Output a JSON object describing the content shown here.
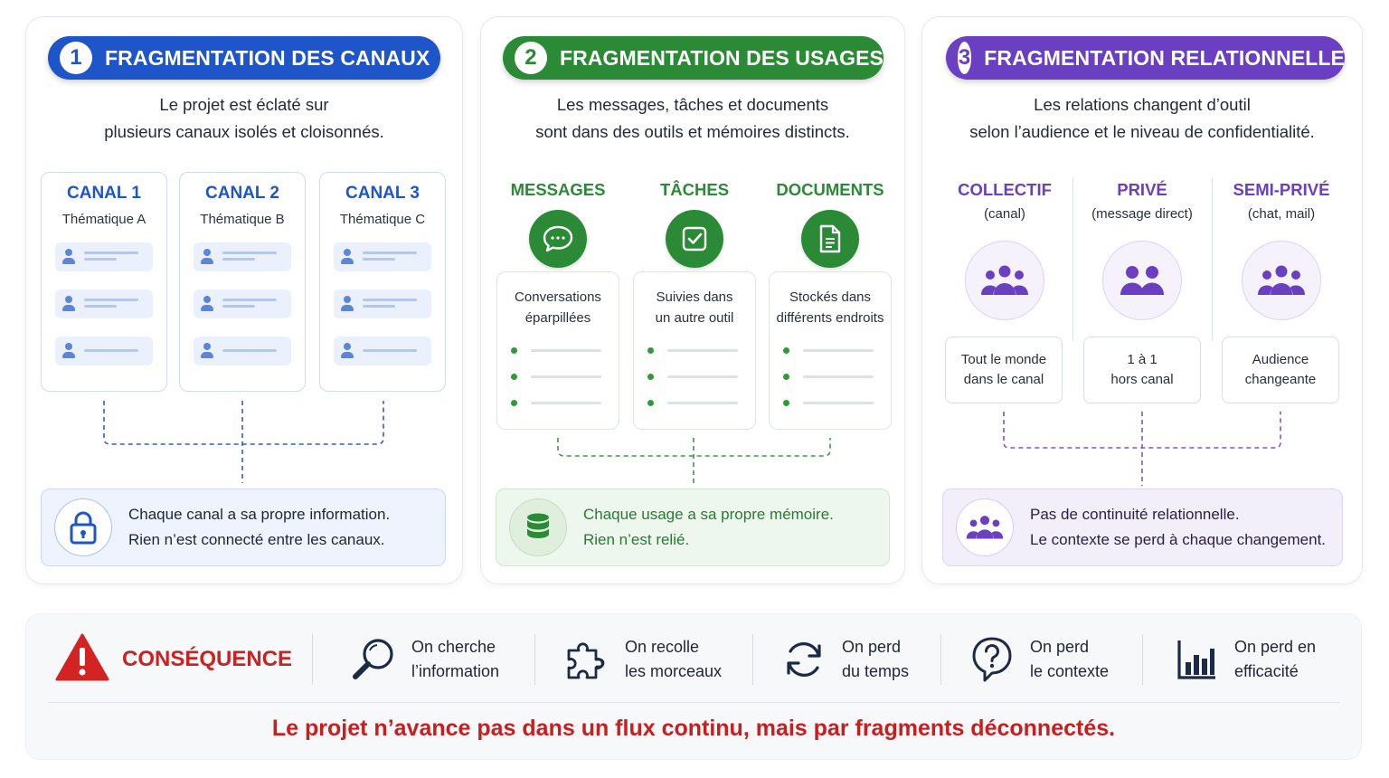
{
  "panels": [
    {
      "number": "1",
      "title": "FRAGMENTATION DES CANAUX",
      "description": [
        "Le projet est éclaté sur",
        "plusieurs canaux isolés et cloisonnés."
      ],
      "channels": [
        {
          "title": "CANAL 1",
          "subtitle": "Thématique A"
        },
        {
          "title": "CANAL 2",
          "subtitle": "Thématique B"
        },
        {
          "title": "CANAL 3",
          "subtitle": "Thématique C"
        }
      ],
      "note": [
        "Chaque canal a sa propre information.",
        "Rien n’est connecté entre les canaux."
      ],
      "note_icon": "lock-icon",
      "color": "#1e55c8"
    },
    {
      "number": "2",
      "title": "FRAGMENTATION DES USAGES",
      "description": [
        "Les messages, tâches et documents",
        "sont dans des outils et mémoires distincts."
      ],
      "usages": [
        {
          "title": "MESSAGES",
          "icon": "chat-bubble-icon",
          "text": [
            "Conversations",
            "éparpillées"
          ]
        },
        {
          "title": "TÂCHES",
          "icon": "checkbox-icon",
          "text": [
            "Suivies dans",
            "un autre outil"
          ]
        },
        {
          "title": "DOCUMENTS",
          "icon": "document-icon",
          "text": [
            "Stockés dans",
            "différents endroits"
          ]
        }
      ],
      "note": [
        "Chaque usage a sa propre mémoire.",
        "Rien n’est relié."
      ],
      "note_icon": "database-icon",
      "color": "#2b8a35"
    },
    {
      "number": "3",
      "title": "FRAGMENTATION RELATIONNELLE",
      "description": [
        "Les relations changent d’outil",
        "selon l’audience et le niveau de confidentialité."
      ],
      "relations": [
        {
          "title": "COLLECTIF",
          "subtitle": "(canal)",
          "icon": "group-icon",
          "text": [
            "Tout le monde",
            "dans le canal"
          ]
        },
        {
          "title": "PRIVÉ",
          "subtitle": "(message direct)",
          "icon": "two-people-icon",
          "text": [
            "1 à 1",
            "hors canal"
          ]
        },
        {
          "title": "SEMI-PRIVÉ",
          "subtitle": "(chat, mail)",
          "icon": "group-icon",
          "text": [
            "Audience",
            "changeante"
          ]
        }
      ],
      "note": [
        "Pas de continuité relationnelle.",
        "Le contexte se perd à chaque changement."
      ],
      "note_icon": "group-icon",
      "color": "#6a3fc1"
    }
  ],
  "consequence": {
    "label": "CONSÉQUENCE",
    "icon": "warning-icon",
    "items": [
      {
        "icon": "magnifier-icon",
        "text": [
          "On cherche",
          "l’information"
        ]
      },
      {
        "icon": "puzzle-icon",
        "text": [
          "On recolle",
          "les morceaux"
        ]
      },
      {
        "icon": "refresh-icon",
        "text": [
          "On perd",
          "du temps"
        ]
      },
      {
        "icon": "question-bubble-icon",
        "text": [
          "On perd",
          "le contexte"
        ]
      },
      {
        "icon": "bar-chart-icon",
        "text": [
          "On perd en",
          "efficacité"
        ]
      }
    ],
    "conclusion": "Le projet n’avance pas dans un flux continu, mais par fragments déconnectés.",
    "color": "#cf2020"
  }
}
